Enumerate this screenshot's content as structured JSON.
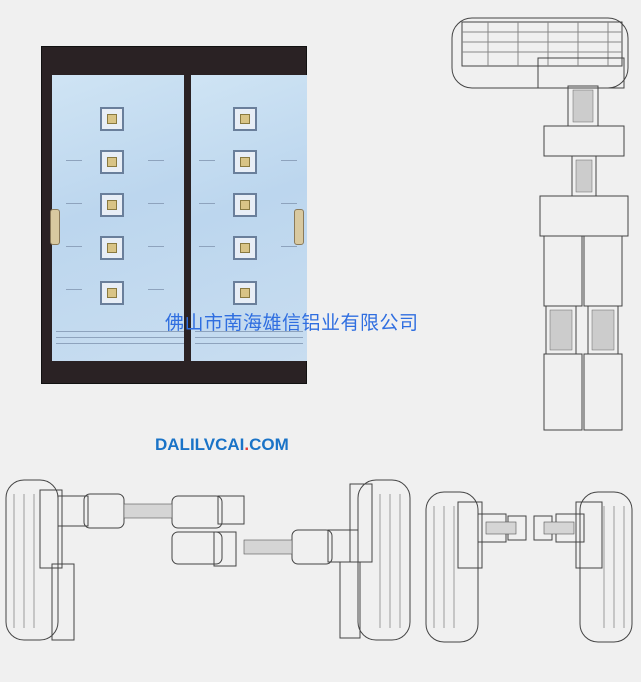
{
  "watermark": {
    "company": "佛山市南海雄信铝业有限公司",
    "site_prefix": "DALILVCAI",
    "site_dot": ".",
    "site_suffix": "COM"
  },
  "colors": {
    "frame": "#2a2224",
    "glass": "#c4dbef",
    "company_text": "#2f6ee0",
    "site_text": "#1a73c7",
    "site_dot": "#e53935"
  },
  "images": [
    {
      "name": "sliding-door-photo",
      "icon": "door-icon"
    },
    {
      "name": "vertical-profile-section",
      "icon": "profile-drawing-icon"
    },
    {
      "name": "horizontal-profile-section-left",
      "icon": "profile-drawing-icon"
    },
    {
      "name": "horizontal-profile-section-right",
      "icon": "profile-drawing-icon"
    }
  ]
}
